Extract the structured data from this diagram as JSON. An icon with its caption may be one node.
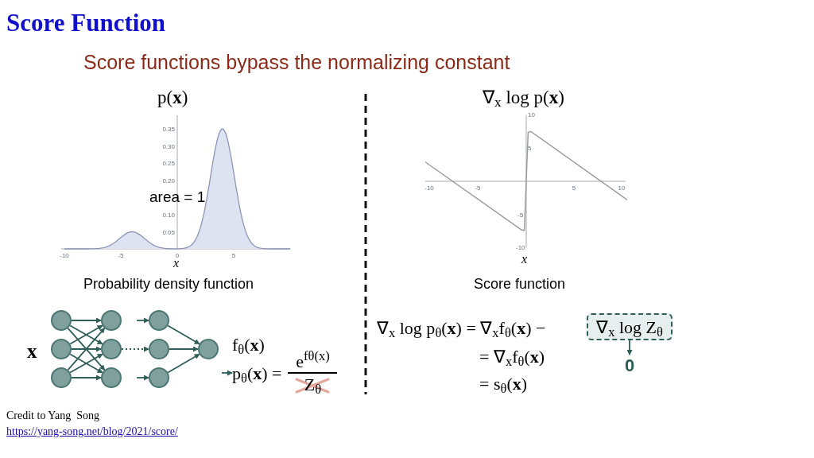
{
  "diagram": {
    "title": "Score Function",
    "nodes": [
      {
        "text": [],
        "shape": "circle"
      },
      {
        "text": [],
        "shape": "circle"
      },
      {
        "text": [],
        "shape": "circle"
      },
      {
        "text": [],
        "shape": "circle"
      },
      {
        "text": [],
        "shape": "circle"
      },
      {
        "text": [],
        "shape": "circle"
      },
      {
        "text": [],
        "shape": "circle"
      },
      {
        "text": [],
        "shape": "circle"
      },
      {
        "text": [],
        "shape": "circle"
      },
      {
        "text": [],
        "shape": "circle"
      },
      {
        "text": [
          "p$_{θ}$(**x**) =",
          "e$^{fθ(x)}$",
          "Z$_{θ}$"
        ]
      },
      {
        "text": [
          "∇$_{x}$ log Z$_{θ}$"
        ]
      },
      {
        "text": [
          "0"
        ]
      }
    ],
    "edges": [
      {
        "from": 0,
        "to": 3,
        "arrow": "to"
      },
      {
        "from": 0,
        "to": 4,
        "arrow": "to"
      },
      {
        "from": 0,
        "to": 5,
        "arrow": "to"
      },
      {
        "from": 1,
        "to": 3,
        "arrow": "to"
      },
      {
        "from": 1,
        "to": 4,
        "arrow": "to"
      },
      {
        "from": 1,
        "to": 5,
        "arrow": "to"
      },
      {
        "from": 2,
        "to": 3,
        "arrow": "to"
      },
      {
        "from": 2,
        "to": 4,
        "arrow": "to"
      },
      {
        "from": 2,
        "to": 5,
        "arrow": "to"
      },
      {
        "from": null,
        "to": 6,
        "arrow": "to"
      },
      {
        "from": 4,
        "to": 7,
        "arrow": "to",
        "style": "dashed"
      },
      {
        "from": null,
        "to": 8,
        "arrow": "to"
      },
      {
        "from": 6,
        "to": 9,
        "arrow": "to"
      },
      {
        "from": 7,
        "to": 9,
        "arrow": "to"
      },
      {
        "from": 8,
        "to": 9,
        "arrow": "to"
      },
      {
        "from": null,
        "to": 10,
        "arrow": "to"
      },
      {
        "from": 11,
        "to": 12,
        "arrow": "to"
      }
    ],
    "labels": [
      "Score functions bypass the normalizing constant",
      "p(**x**)",
      "0.35",
      "0.30",
      "0.25",
      "0.20",
      "0.10",
      "0.05",
      "-10",
      "-5",
      "0",
      "5",
      "area = 1",
      "x",
      "Probability density function",
      "∇$_{x}$ log p(**x**)",
      "10",
      "5",
      "-5",
      "-10",
      "-10",
      "-5",
      "5",
      "10",
      "x",
      "Score function",
      "**x**",
      "f$_{θ}$(**x**)",
      "∇$_{x}$ log p$_{θ}$(**x**) = ∇$_{x}$f$_{θ}$(**x**) −",
      "= ∇$_{x}$f$_{θ}$(**x**)",
      "= s$_{θ}$(**x**)",
      "Credit to Yang  Song",
      "https://yang-song.net/blog/2021/score/"
    ]
  }
}
